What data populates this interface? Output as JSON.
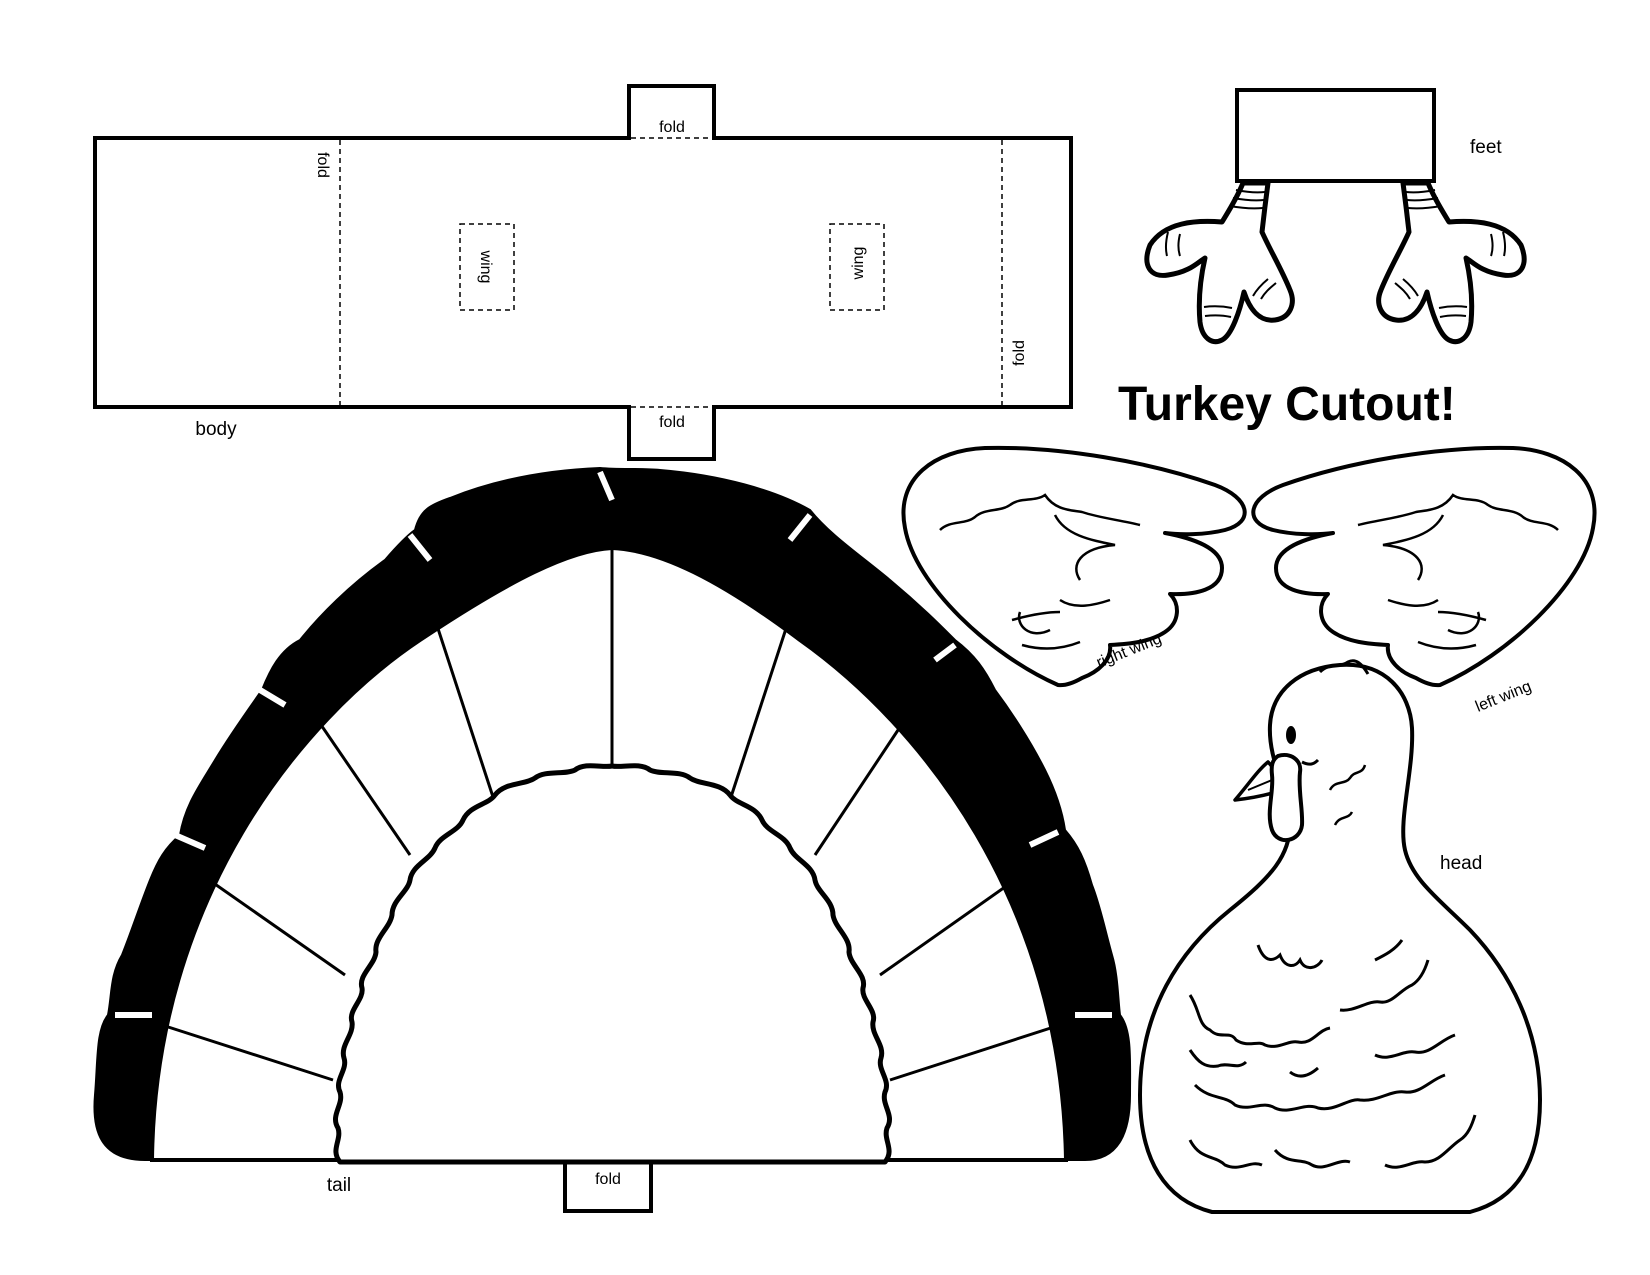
{
  "title": "Turkey Cutout!",
  "pieces": {
    "body": {
      "label": "body",
      "fold_top": "fold",
      "fold_bottom": "fold",
      "fold_left": "fold",
      "fold_right": "fold",
      "wing_left": "wing",
      "wing_right": "wing"
    },
    "feet": {
      "label": "feet"
    },
    "right_wing": {
      "label": "right wing"
    },
    "left_wing": {
      "label": "left wing"
    },
    "head": {
      "label": "head"
    },
    "tail": {
      "label": "tail",
      "fold": "fold"
    }
  }
}
